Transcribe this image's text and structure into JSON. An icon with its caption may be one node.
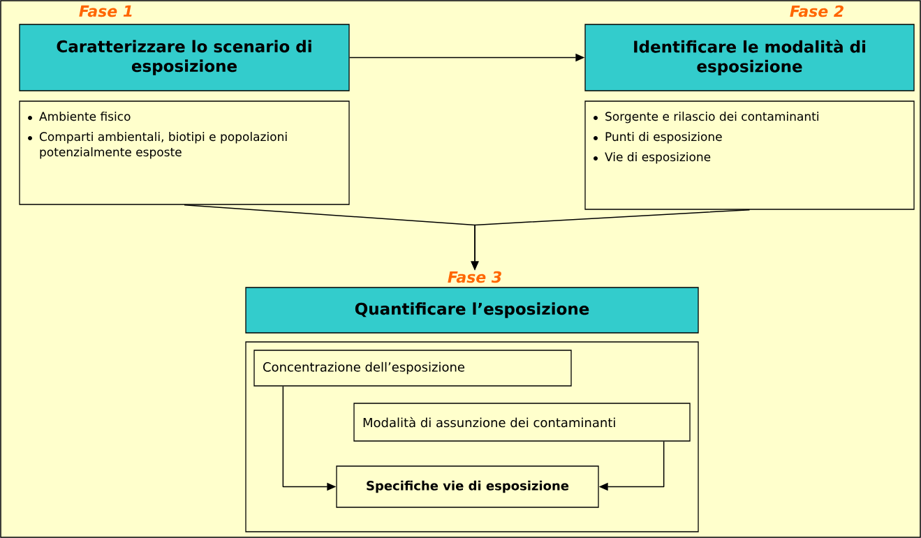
{
  "diagram": {
    "nodes": [
      {
        "text": [
          "Caratterizzare lo scenario di esposizione"
        ],
        "beside": [
          "Fase 1"
        ]
      },
      {
        "text": [
          "Ambiente fisico",
          "Comparti ambientali, biotipi e popolazioni potenzialmente esposte"
        ]
      },
      {
        "text": [
          "Identificare le modalità di esposizione"
        ],
        "beside": [
          "Fase 2"
        ]
      },
      {
        "text": [
          "Sorgente e rilascio dei contaminanti",
          "Punti di esposizione",
          "Vie di esposizione"
        ]
      },
      {
        "text": [
          "Quantificare l’esposizione"
        ],
        "beside": [
          "Fase 3"
        ]
      },
      {
        "text": [],
        "shape": "box"
      },
      {
        "text": [
          "Concentrazione dell’esposizione"
        ],
        "in": 5
      },
      {
        "text": [
          "Modalità di assunzione dei contaminanti"
        ],
        "in": 5
      },
      {
        "text": [
          "Specifiche vie di esposizione"
        ],
        "in": 5
      }
    ],
    "edges": [
      {
        "from": 0,
        "to": 2,
        "arrow": "to"
      },
      {
        "from": 1,
        "to": 4,
        "arrow": "to"
      },
      {
        "from": 3,
        "to": 4,
        "arrow": "to"
      },
      {
        "from": 6,
        "to": 8,
        "arrow": "to"
      },
      {
        "from": 7,
        "to": 8,
        "arrow": "to"
      }
    ]
  }
}
